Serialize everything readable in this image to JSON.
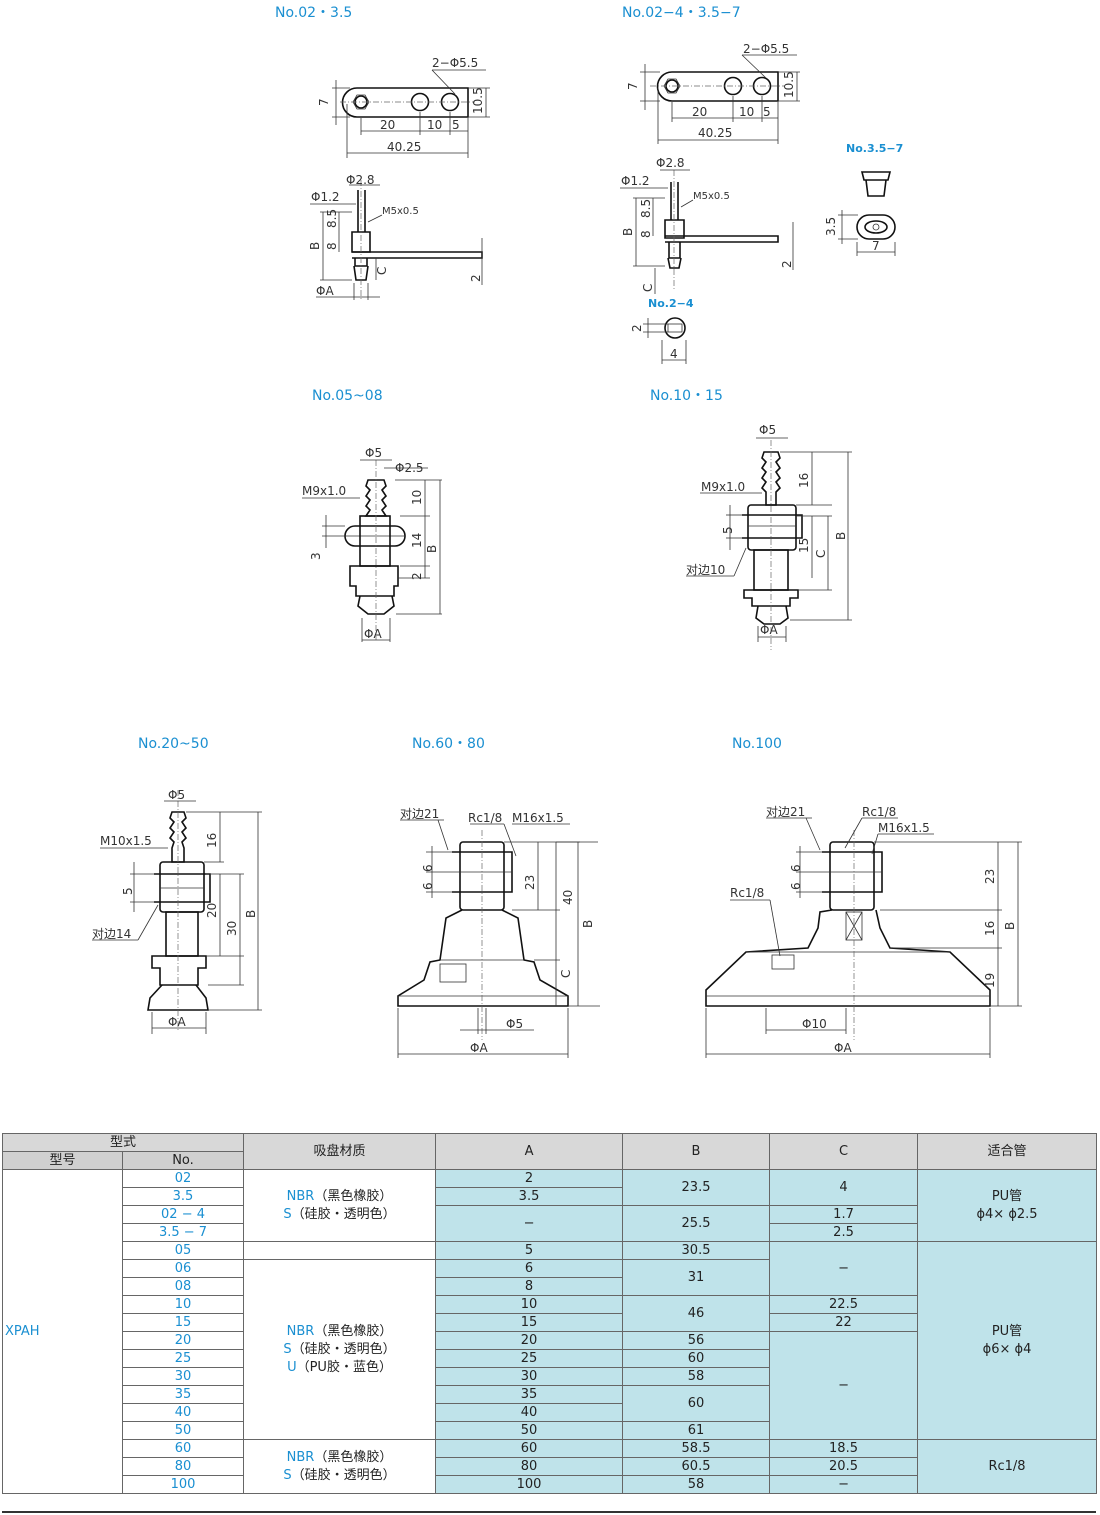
{
  "drawings": {
    "no02_35": {
      "title": "No.02・3.5",
      "labels": [
        "2−Φ5.5",
        "7",
        "10.5",
        "20",
        "10",
        "5",
        "40.25",
        "Φ2.8",
        "Φ1.2",
        "M5x0.5",
        "8.5",
        "8",
        "B",
        "C",
        "2",
        "ΦA"
      ]
    },
    "no02_4_35_7": {
      "title": "No.02−4・3.5−7",
      "labels": [
        "2−Φ5.5",
        "7",
        "10.5",
        "20",
        "10",
        "5",
        "40.25",
        "Φ2.8",
        "Φ1.2",
        "M5x0.5",
        "8.5",
        "8",
        "B",
        "C",
        "2"
      ]
    },
    "no35_7": {
      "title": "No.3.5−7",
      "labels": [
        "3.5",
        "7"
      ]
    },
    "no2_4": {
      "title": "No.2−4",
      "labels": [
        "2",
        "4"
      ]
    },
    "no05_08": {
      "title": "No.05~08",
      "labels": [
        "Φ5",
        "Φ2.5",
        "M9x1.0",
        "10",
        "14",
        "B",
        "3",
        "2",
        "ΦA"
      ]
    },
    "no10_15": {
      "title": "No.10・15",
      "labels": [
        "Φ5",
        "M9x1.0",
        "16",
        "5",
        "15",
        "C",
        "B",
        "对边10",
        "ΦA"
      ]
    },
    "no20_50": {
      "title": "No.20~50",
      "labels": [
        "Φ5",
        "M10x1.5",
        "16",
        "5",
        "20",
        "30",
        "B",
        "对边14",
        "ΦA"
      ]
    },
    "no60_80": {
      "title": "No.60・80",
      "labels": [
        "对边21",
        "Rc1/8",
        "M16x1.5",
        "6",
        "6",
        "23",
        "40",
        "B",
        "C",
        "Φ5",
        "ΦA"
      ]
    },
    "no100": {
      "title": "No.100",
      "labels": [
        "对边21",
        "Rc1/8",
        "M16x1.5",
        "6",
        "6",
        "Rc1/8",
        "23",
        "16",
        "B",
        "19",
        "Φ10",
        "ΦA"
      ]
    }
  },
  "table": {
    "header": {
      "type": "型式",
      "model": "型号",
      "no": "No.",
      "material": "吸盘材质",
      "a": "A",
      "b": "B",
      "c": "C",
      "pipe": "适合管"
    },
    "model": "XPAH",
    "material_groups": [
      {
        "lines": [
          {
            "code": "NBR",
            "desc": "（黑色橡胶）"
          },
          {
            "code": "S",
            "desc": "（硅胶・透明色）"
          }
        ]
      },
      {
        "lines": [
          {
            "code": "NBR",
            "desc": "（黑色橡胶）"
          },
          {
            "code": "S",
            "desc": "（硅胶・透明色）"
          },
          {
            "code": "U",
            "desc": "（PU胶・蓝色）"
          }
        ]
      },
      {
        "lines": [
          {
            "code": "NBR",
            "desc": "（黑色橡胶）"
          },
          {
            "code": "S",
            "desc": "（硅胶・透明色）"
          }
        ]
      }
    ],
    "nos": [
      "02",
      "3.5",
      "02 − 4",
      "3.5 − 7",
      "05",
      "06",
      "08",
      "10",
      "15",
      "20",
      "25",
      "30",
      "35",
      "40",
      "50",
      "60",
      "80",
      "100"
    ],
    "a": [
      "2",
      "3.5",
      "−",
      "5",
      "6",
      "8",
      "10",
      "15",
      "20",
      "25",
      "30",
      "35",
      "40",
      "50",
      "60",
      "80",
      "100"
    ],
    "b": [
      "23.5",
      "25.5",
      "30.5",
      "31",
      "46",
      "56",
      "60",
      "58",
      "60",
      "61",
      "58.5",
      "60.5",
      "58"
    ],
    "c": [
      "4",
      "1.7",
      "2.5",
      "−",
      "22.5",
      "22",
      "−",
      "18.5",
      "20.5",
      "−"
    ],
    "pipes": [
      {
        "line1": "PU管",
        "line2": "ϕ4× ϕ2.5"
      },
      {
        "line1": "PU管",
        "line2": "ϕ6× ϕ4"
      },
      {
        "line1": "Rc1/8",
        "line2": ""
      }
    ]
  }
}
